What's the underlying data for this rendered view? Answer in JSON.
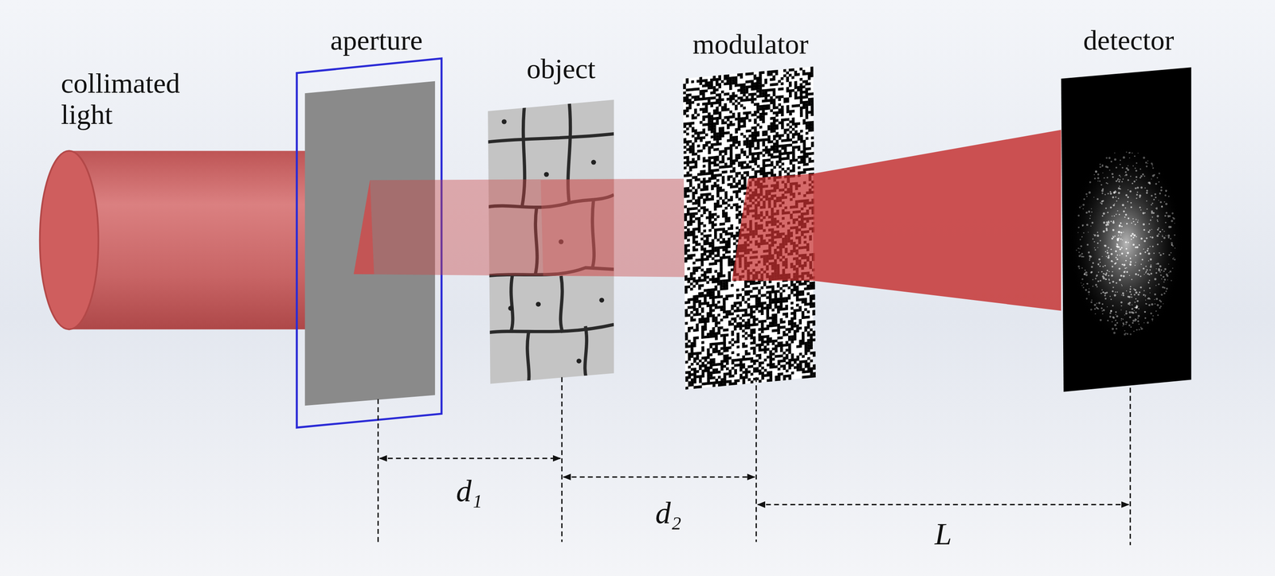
{
  "diagram": {
    "labels": [
      "collimated light",
      "aperture",
      "object",
      "modulator",
      "detector",
      "d₁",
      "d₂",
      "L"
    ]
  }
}
